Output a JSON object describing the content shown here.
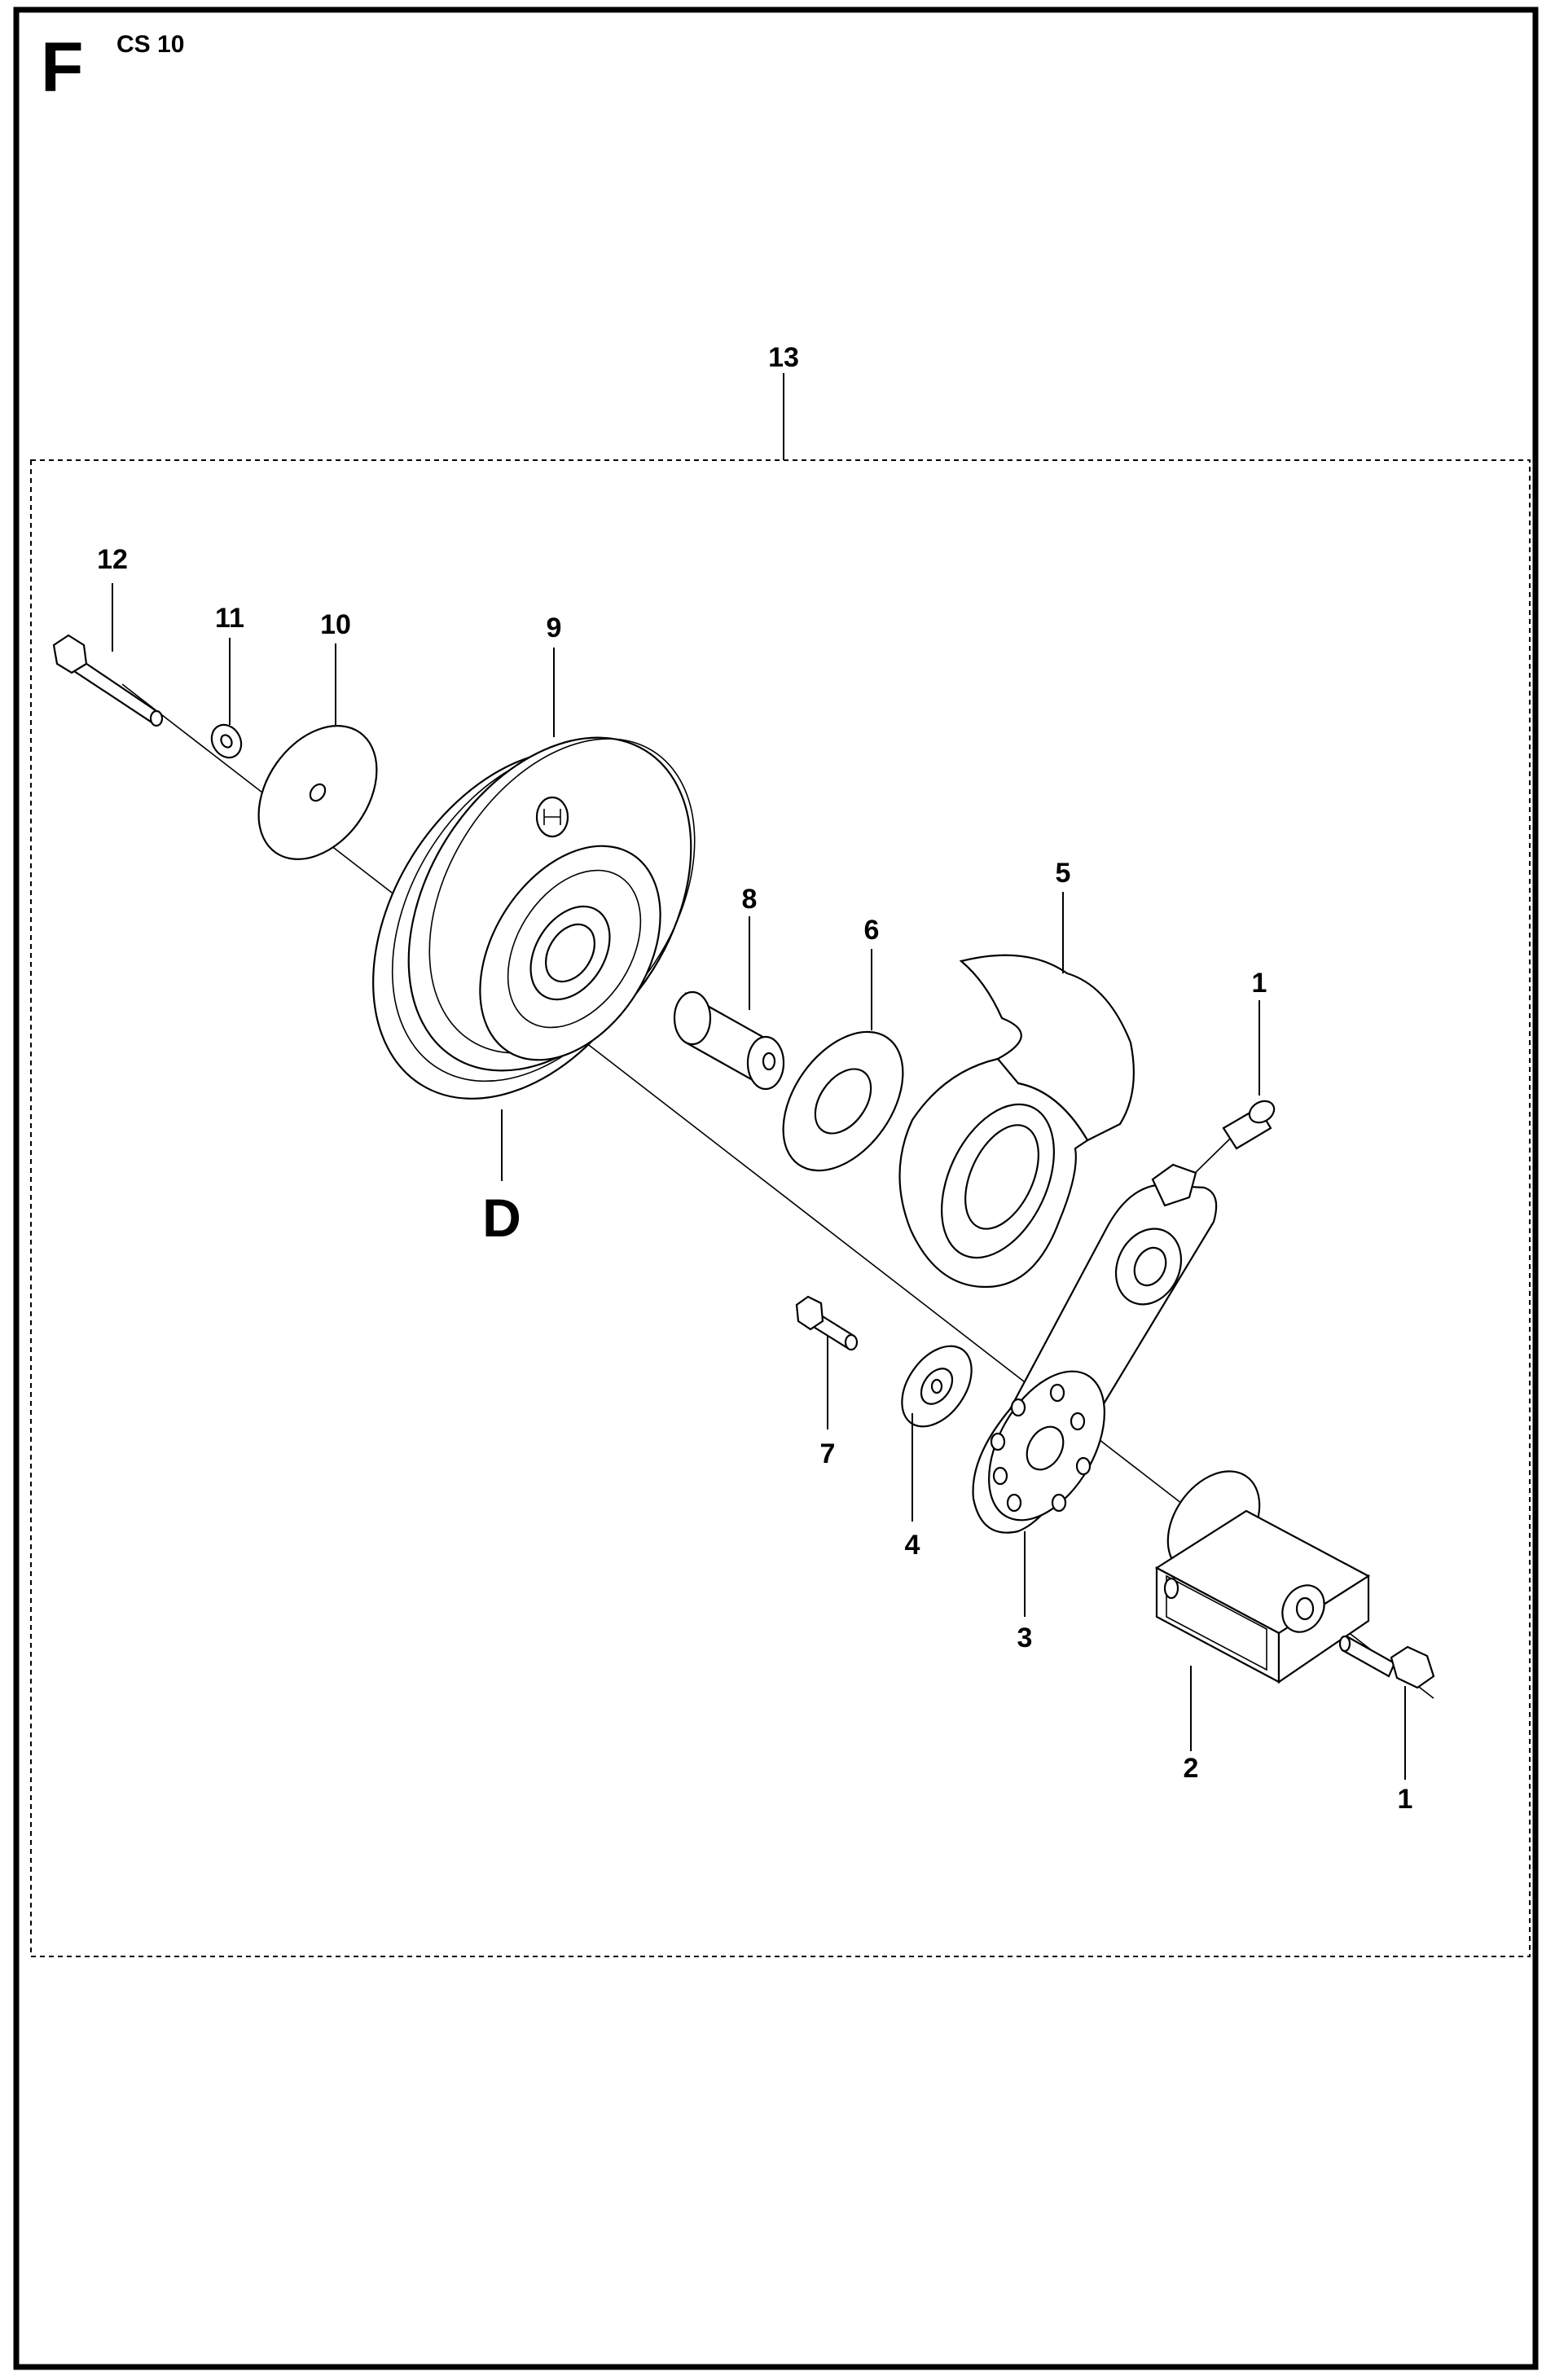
{
  "header": {
    "section_letter": "F",
    "model": "CS 10"
  },
  "callouts": {
    "assembly": "13",
    "bolt_top": "1",
    "bolt_bottom": "1",
    "bracket": "2",
    "arm_plate": "3",
    "small_washer": "4",
    "shield": "5",
    "spacer_washer": "6",
    "screw": "7",
    "bushing": "8",
    "pulley": "9",
    "large_washer": "10",
    "lock_washer": "11",
    "long_bolt": "12",
    "detail_ref": "D"
  },
  "colors": {
    "ink": "#000000",
    "paper": "#ffffff"
  }
}
